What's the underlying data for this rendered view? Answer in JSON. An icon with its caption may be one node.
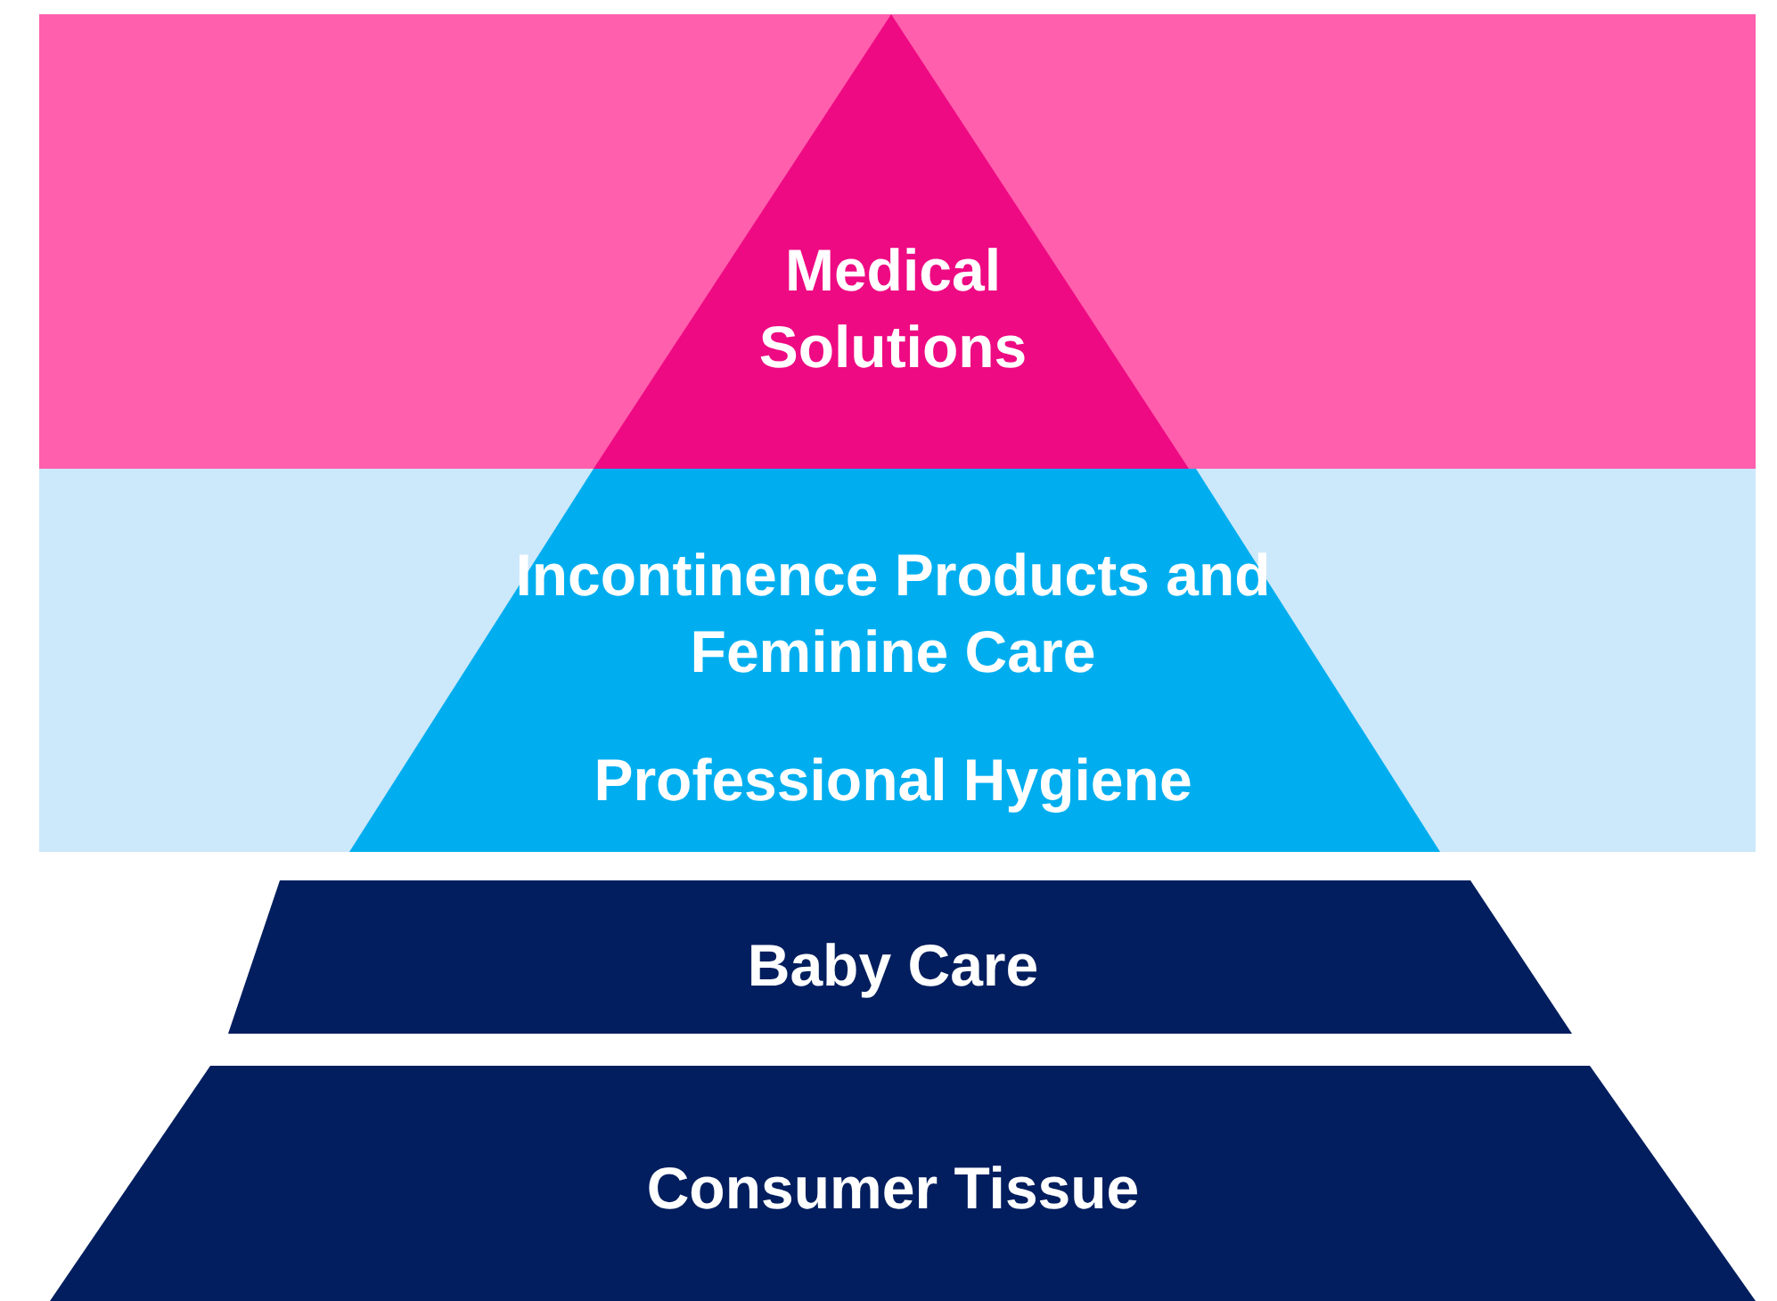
{
  "diagram": {
    "nodes": [
      {
        "text": [
          "Medical Solutions"
        ]
      },
      {
        "text": [
          "Incontinence Products and Feminine Care",
          "Professional Hygiene"
        ]
      },
      {
        "text": [
          "Baby Care"
        ]
      },
      {
        "text": [
          "Consumer Tissue"
        ]
      }
    ]
  }
}
